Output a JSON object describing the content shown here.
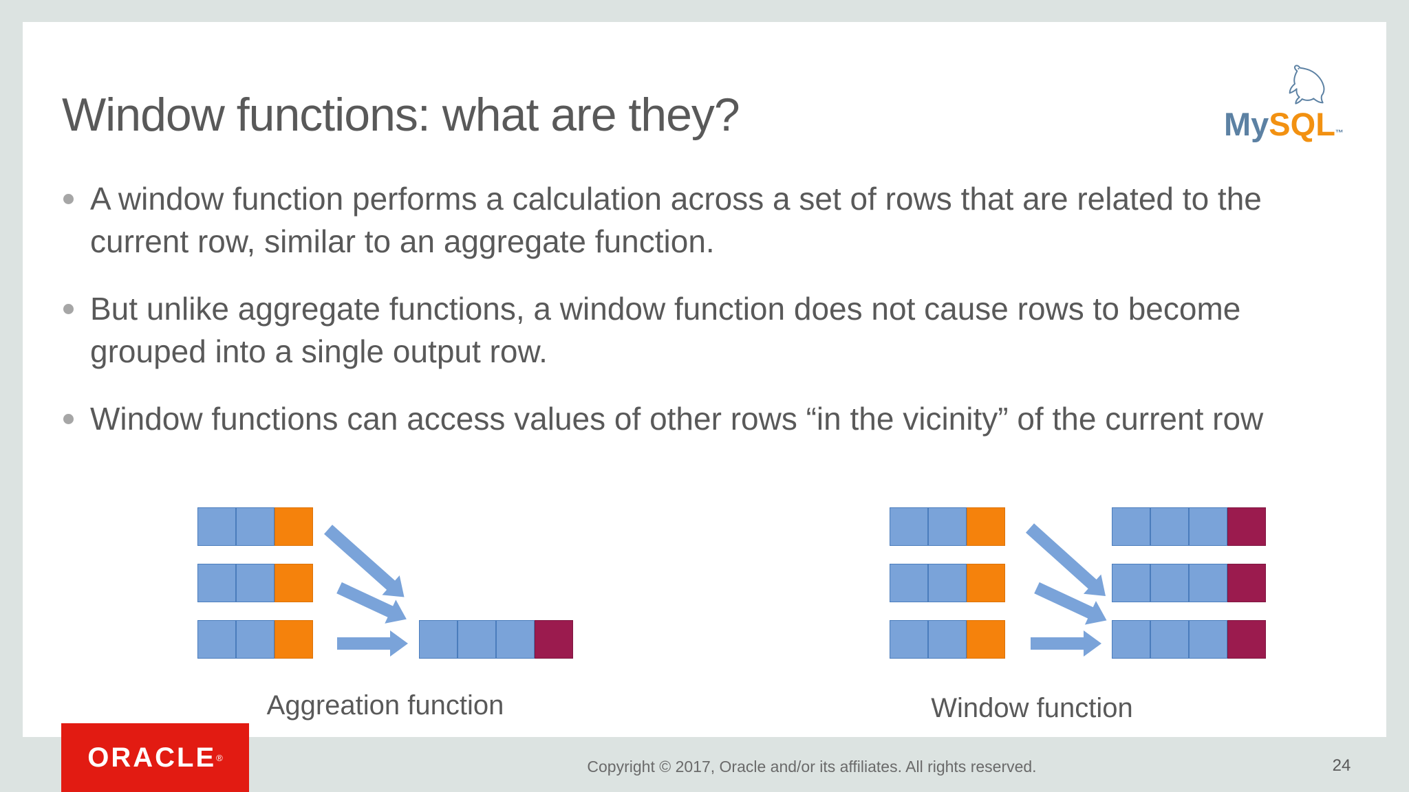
{
  "slide": {
    "title": "Window functions: what are they?",
    "bullets": [
      "A window function performs a calculation across a set of rows that are related to the current row, similar to an aggregate function.",
      "But unlike aggregate functions, a window function does not cause rows to become grouped into a single output row.",
      "Window functions can access values of other rows “in the vicinity” of the current row"
    ]
  },
  "diagrams": {
    "aggregation": {
      "label": "Aggreation function",
      "input_rows": [
        [
          "blue",
          "blue",
          "orange"
        ],
        [
          "blue",
          "blue",
          "orange"
        ],
        [
          "blue",
          "blue",
          "orange"
        ]
      ],
      "output_rows": [
        [
          "blue",
          "blue",
          "blue",
          "maroon"
        ]
      ]
    },
    "window": {
      "label": "Window function",
      "input_rows": [
        [
          "blue",
          "blue",
          "orange"
        ],
        [
          "blue",
          "blue",
          "orange"
        ],
        [
          "blue",
          "blue",
          "orange"
        ]
      ],
      "output_rows": [
        [
          "blue",
          "blue",
          "blue",
          "maroon"
        ],
        [
          "blue",
          "blue",
          "blue",
          "maroon"
        ],
        [
          "blue",
          "blue",
          "blue",
          "maroon"
        ]
      ]
    }
  },
  "logos": {
    "mysql": {
      "my": "My",
      "sql": "SQL",
      "tm": "™"
    },
    "oracle": {
      "text": "ORACLE",
      "registered": "®"
    }
  },
  "footer": {
    "copyright": "Copyright © 2017, Oracle and/or its affiliates. All rights reserved.",
    "page_number": "24"
  },
  "colors": {
    "background": "#DCE3E1",
    "slide_bg": "#FFFFFF",
    "text": "#595959",
    "blue": "#7AA3D9",
    "blue_border": "#4A7CBC",
    "orange": "#F5820C",
    "orange_border": "#DB7209",
    "maroon": "#9B1B4E",
    "maroon_border": "#7E1640",
    "arrow": "#7AA3D9",
    "mysql_my": "#5C81A3",
    "mysql_sql": "#F29111",
    "oracle_red": "#E21B12"
  }
}
